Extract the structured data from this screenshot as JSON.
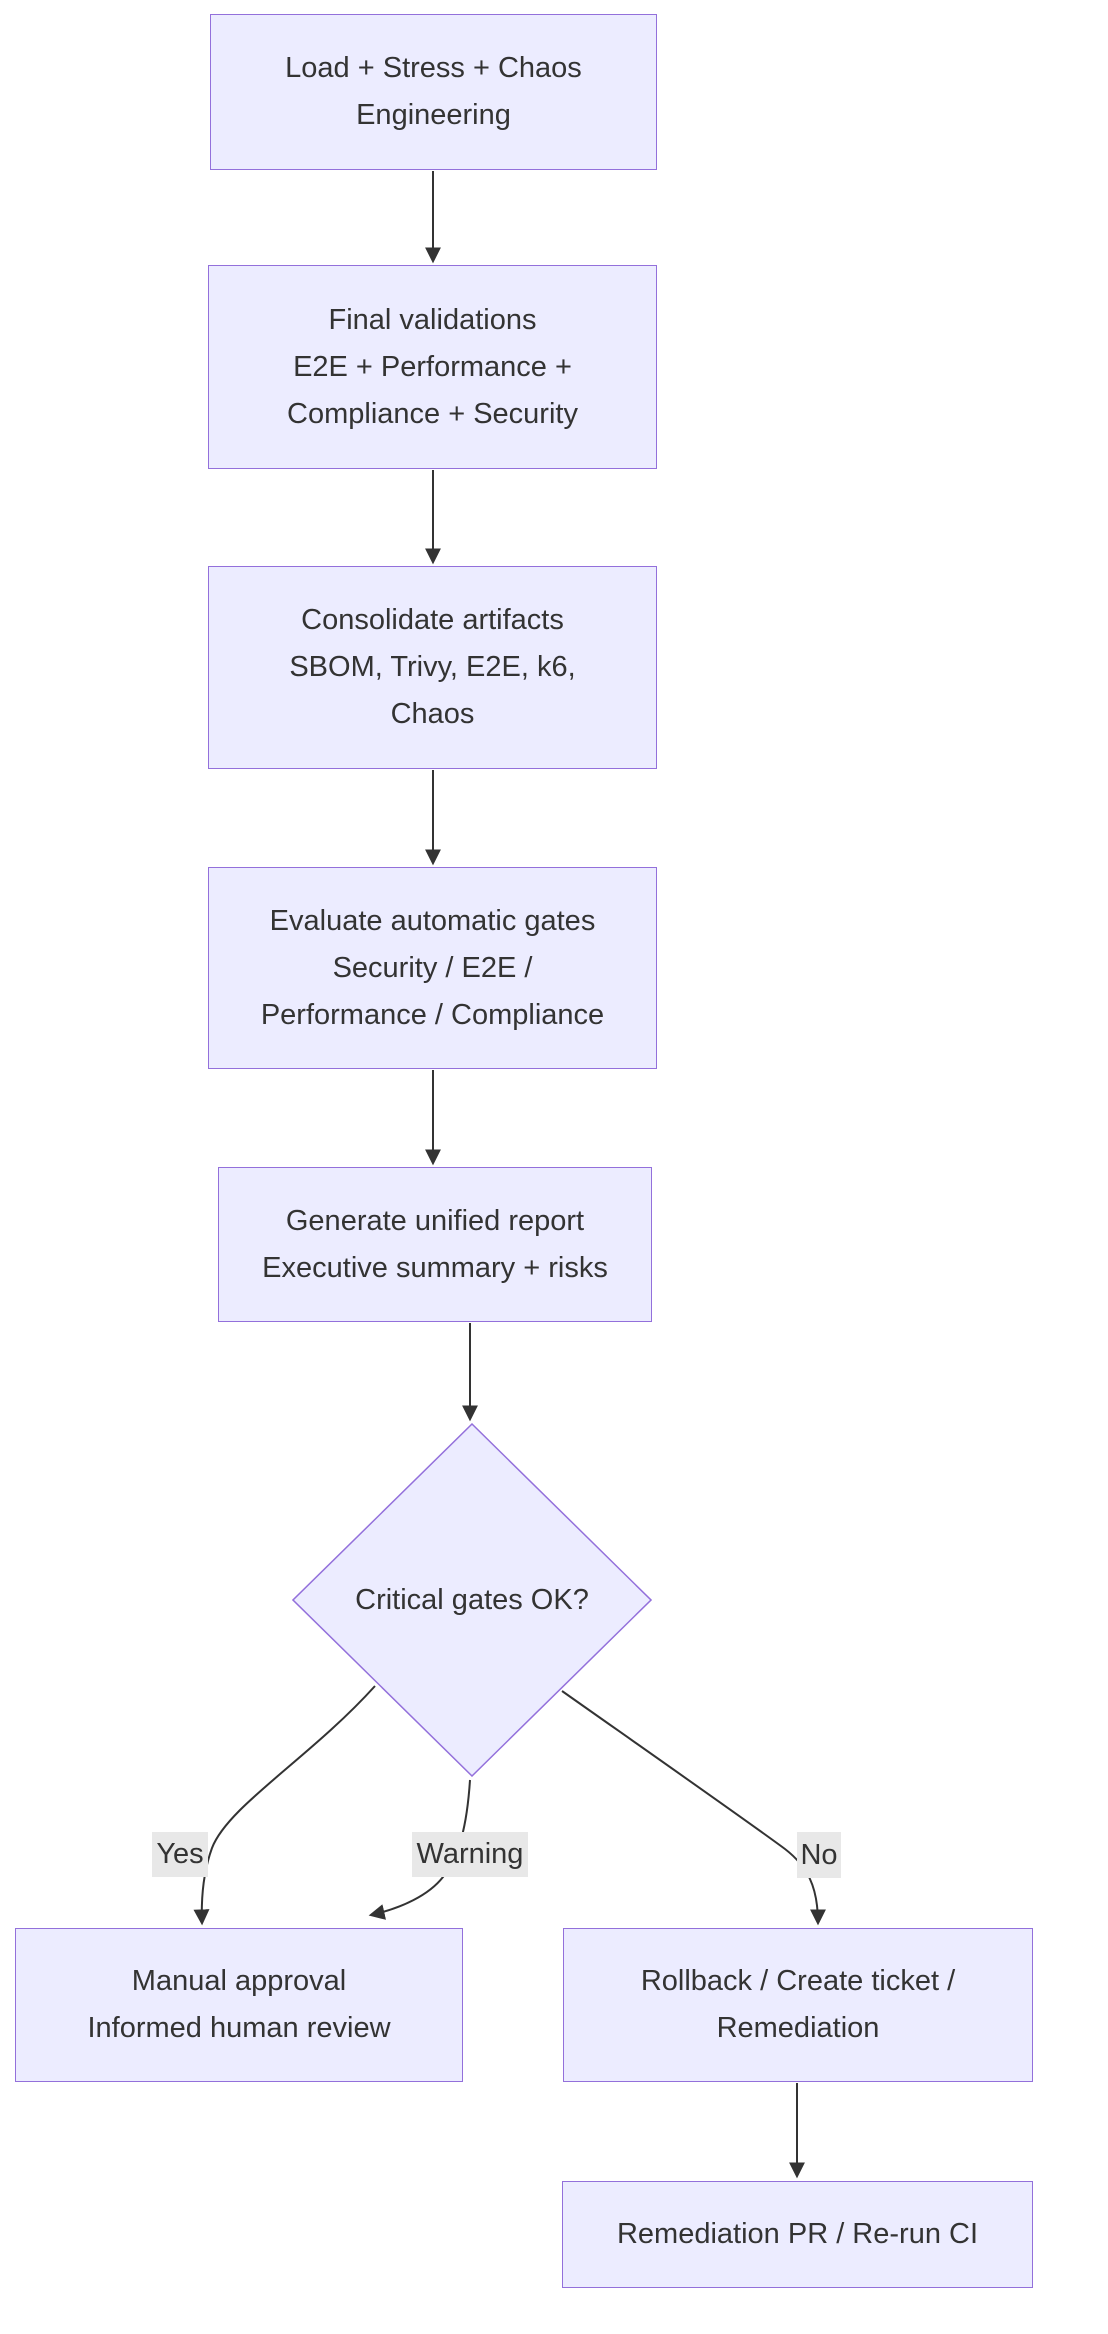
{
  "flowchart": {
    "nodes": {
      "load_stress_chaos": {
        "lines": [
          "Load + Stress + Chaos",
          "Engineering"
        ]
      },
      "final_validations": {
        "lines": [
          "Final validations",
          "E2E + Performance +",
          "Compliance + Security"
        ]
      },
      "consolidate_artifacts": {
        "lines": [
          "Consolidate artifacts",
          "SBOM, Trivy, E2E, k6,",
          "Chaos"
        ]
      },
      "evaluate_gates": {
        "lines": [
          "Evaluate automatic gates",
          "Security / E2E /",
          "Performance / Compliance"
        ]
      },
      "generate_report": {
        "lines": [
          "Generate unified report",
          "Executive summary + risks"
        ]
      },
      "critical_gates_decision": {
        "label": "Critical gates OK?"
      },
      "manual_approval": {
        "lines": [
          "Manual approval",
          "Informed human review"
        ]
      },
      "rollback": {
        "lines": [
          "Rollback / Create ticket /",
          "Remediation"
        ]
      },
      "remediation_pr": {
        "lines": [
          "Remediation PR / Re-run CI"
        ]
      }
    },
    "edge_labels": {
      "yes": "Yes",
      "warning": "Warning",
      "no": "No"
    },
    "colors": {
      "background": "#ffffff",
      "node_fill": "#ECECFF",
      "node_border": "#9370DB",
      "edge_line": "#333333",
      "text": "#333333",
      "edge_label_bg": "#e8e8e8"
    }
  }
}
